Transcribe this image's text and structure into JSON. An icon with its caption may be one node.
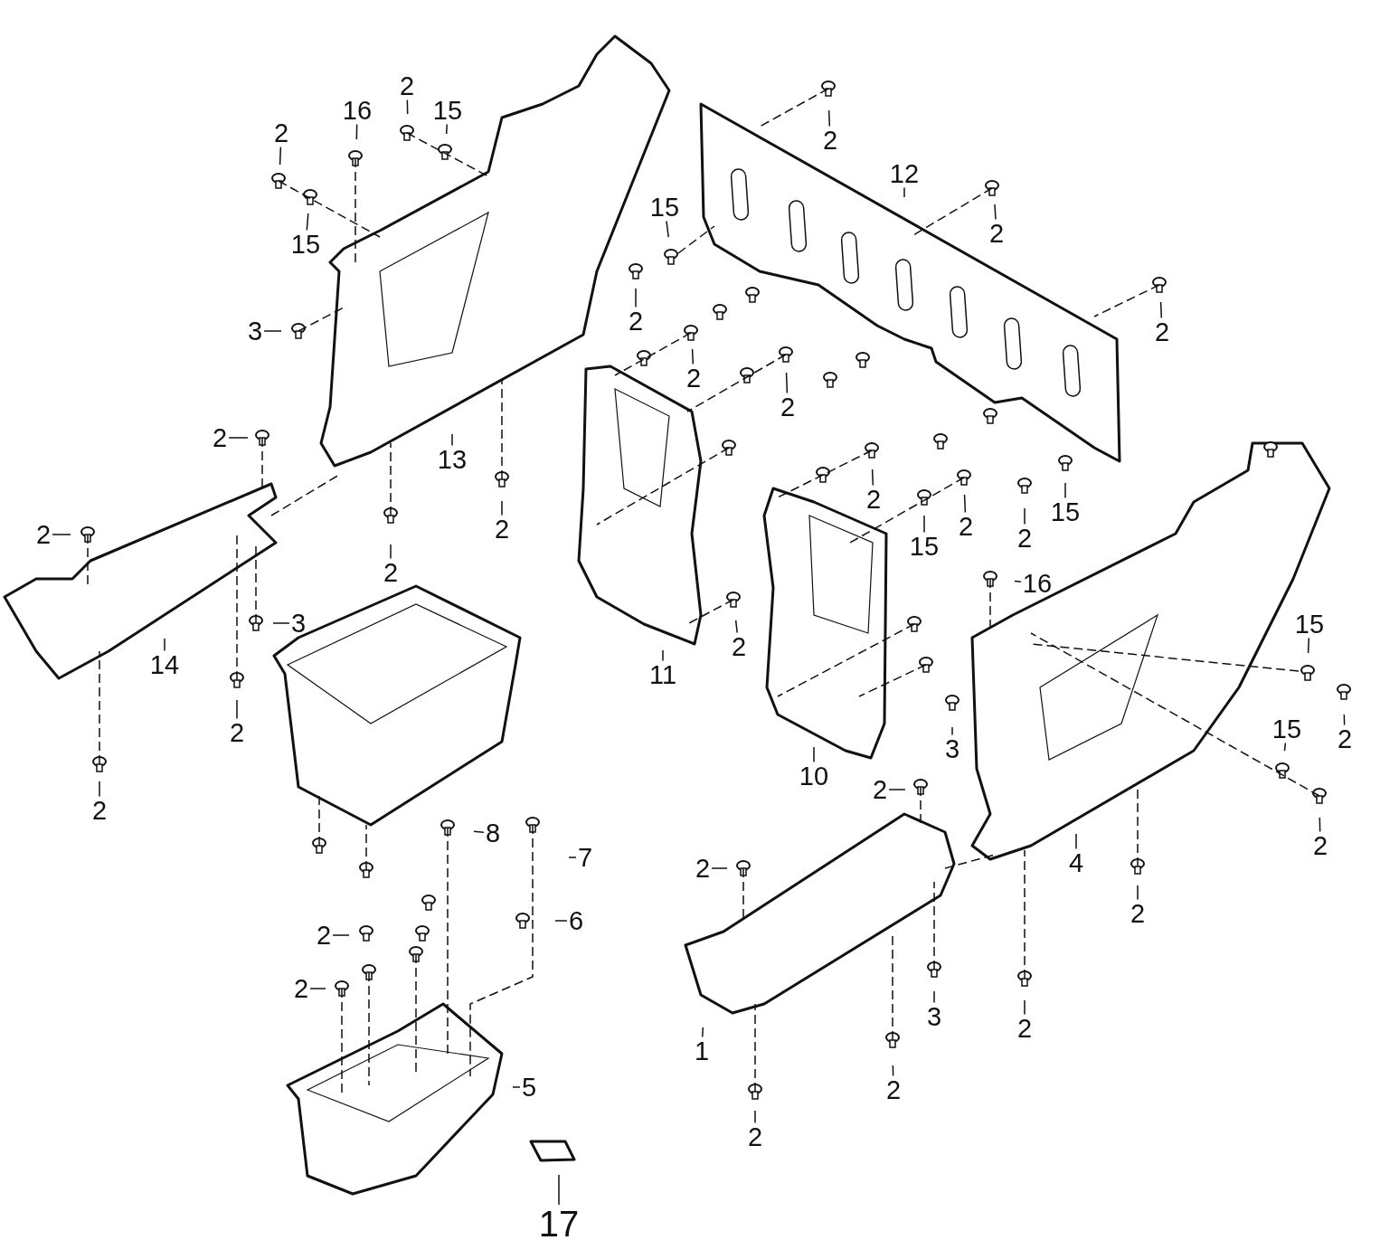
{
  "diagram": {
    "nodes": [
      {
        "text": [
          "2"
        ]
      },
      {
        "text": [
          "16"
        ]
      },
      {
        "text": [
          "2"
        ]
      },
      {
        "text": [
          "15"
        ]
      },
      {
        "text": [
          "15"
        ]
      },
      {
        "text": [
          "3"
        ]
      },
      {
        "text": [
          "13"
        ]
      },
      {
        "text": [
          "2"
        ]
      },
      {
        "text": [
          "2"
        ]
      },
      {
        "text": [
          "3"
        ]
      },
      {
        "text": [
          "14"
        ]
      },
      {
        "text": [
          "2"
        ]
      },
      {
        "text": [
          "2"
        ]
      },
      {
        "text": [
          "2"
        ]
      },
      {
        "text": [
          "2"
        ]
      },
      {
        "text": [
          "2"
        ]
      },
      {
        "text": [
          "12"
        ]
      },
      {
        "text": [
          "2"
        ]
      },
      {
        "text": [
          "15"
        ]
      },
      {
        "text": [
          "2"
        ]
      },
      {
        "text": [
          "2"
        ]
      },
      {
        "text": [
          "2"
        ]
      },
      {
        "text": [
          "2"
        ]
      },
      {
        "text": [
          "11"
        ]
      },
      {
        "text": [
          "2"
        ]
      },
      {
        "text": [
          "2"
        ]
      },
      {
        "text": [
          "15"
        ]
      },
      {
        "text": [
          "2"
        ]
      },
      {
        "text": [
          "2"
        ]
      },
      {
        "text": [
          "15"
        ]
      },
      {
        "text": [
          "16"
        ]
      },
      {
        "text": [
          "15"
        ]
      },
      {
        "text": [
          "2"
        ]
      },
      {
        "text": [
          "3"
        ]
      },
      {
        "text": [
          "10"
        ]
      },
      {
        "text": [
          "15"
        ]
      },
      {
        "text": [
          "2"
        ]
      },
      {
        "text": [
          "2"
        ]
      },
      {
        "text": [
          "4"
        ]
      },
      {
        "text": [
          "2"
        ]
      },
      {
        "text": [
          "8"
        ]
      },
      {
        "text": [
          "7"
        ]
      },
      {
        "text": [
          "6"
        ]
      },
      {
        "text": [
          "2"
        ]
      },
      {
        "text": [
          "2"
        ]
      },
      {
        "text": [
          "2"
        ]
      },
      {
        "text": [
          "3"
        ]
      },
      {
        "text": [
          "2"
        ]
      },
      {
        "text": [
          "5"
        ]
      },
      {
        "text": [
          "1"
        ]
      },
      {
        "text": [
          "2"
        ]
      },
      {
        "text": [
          "2"
        ]
      },
      {
        "text": [
          "17"
        ]
      }
    ],
    "edges": [
      {
        "from": 0,
        "to": null,
        "arrow": "none"
      },
      {
        "from": 1,
        "to": null,
        "arrow": "none"
      },
      {
        "from": 2,
        "to": null,
        "arrow": "none"
      },
      {
        "from": 3,
        "to": null,
        "arrow": "none"
      },
      {
        "from": 4,
        "to": null,
        "arrow": "none"
      },
      {
        "from": 5,
        "to": null,
        "arrow": "none"
      },
      {
        "from": 6,
        "to": null,
        "arrow": "none"
      },
      {
        "from": 7,
        "to": null,
        "arrow": "none"
      },
      {
        "from": 8,
        "to": null,
        "arrow": "none"
      },
      {
        "from": 9,
        "to": null,
        "arrow": "none"
      },
      {
        "from": 10,
        "to": null,
        "arrow": "none"
      },
      {
        "from": 11,
        "to": null,
        "arrow": "none"
      },
      {
        "from": 12,
        "to": null,
        "arrow": "none"
      },
      {
        "from": 13,
        "to": null,
        "arrow": "none"
      },
      {
        "from": 14,
        "to": null,
        "arrow": "none"
      },
      {
        "from": 15,
        "to": null,
        "arrow": "none"
      },
      {
        "from": 16,
        "to": null,
        "arrow": "none"
      },
      {
        "from": 17,
        "to": null,
        "arrow": "none"
      },
      {
        "from": 18,
        "to": null,
        "arrow": "none"
      },
      {
        "from": 19,
        "to": null,
        "arrow": "none"
      },
      {
        "from": 20,
        "to": null,
        "arrow": "none"
      },
      {
        "from": 21,
        "to": null,
        "arrow": "none"
      },
      {
        "from": 22,
        "to": null,
        "arrow": "none"
      },
      {
        "from": 23,
        "to": null,
        "arrow": "none"
      },
      {
        "from": 24,
        "to": null,
        "arrow": "none"
      },
      {
        "from": 25,
        "to": null,
        "arrow": "none"
      },
      {
        "from": 26,
        "to": null,
        "arrow": "none"
      },
      {
        "from": 27,
        "to": null,
        "arrow": "none"
      },
      {
        "from": 28,
        "to": null,
        "arrow": "none"
      },
      {
        "from": 29,
        "to": null,
        "arrow": "none"
      },
      {
        "from": 30,
        "to": null,
        "arrow": "none"
      },
      {
        "from": 31,
        "to": null,
        "arrow": "none"
      },
      {
        "from": 32,
        "to": null,
        "arrow": "none"
      },
      {
        "from": 33,
        "to": null,
        "arrow": "none"
      },
      {
        "from": 34,
        "to": null,
        "arrow": "none"
      },
      {
        "from": 35,
        "to": null,
        "arrow": "none"
      },
      {
        "from": 36,
        "to": null,
        "arrow": "none"
      },
      {
        "from": 37,
        "to": null,
        "arrow": "none"
      },
      {
        "from": 38,
        "to": null,
        "arrow": "none"
      },
      {
        "from": 39,
        "to": null,
        "arrow": "none"
      },
      {
        "from": 40,
        "to": null,
        "arrow": "none"
      },
      {
        "from": 41,
        "to": null,
        "arrow": "none"
      },
      {
        "from": 42,
        "to": null,
        "arrow": "none"
      },
      {
        "from": 43,
        "to": null,
        "arrow": "none"
      },
      {
        "from": 44,
        "to": null,
        "arrow": "none"
      },
      {
        "from": 45,
        "to": null,
        "arrow": "none"
      },
      {
        "from": 46,
        "to": null,
        "arrow": "none"
      },
      {
        "from": 47,
        "to": null,
        "arrow": "none"
      },
      {
        "from": 48,
        "to": null,
        "arrow": "none"
      },
      {
        "from": 49,
        "to": null,
        "arrow": "none"
      },
      {
        "from": 50,
        "to": null,
        "arrow": "none"
      },
      {
        "from": 51,
        "to": null,
        "arrow": "none"
      },
      {
        "from": 52,
        "to": null,
        "arrow": "none"
      }
    ]
  }
}
